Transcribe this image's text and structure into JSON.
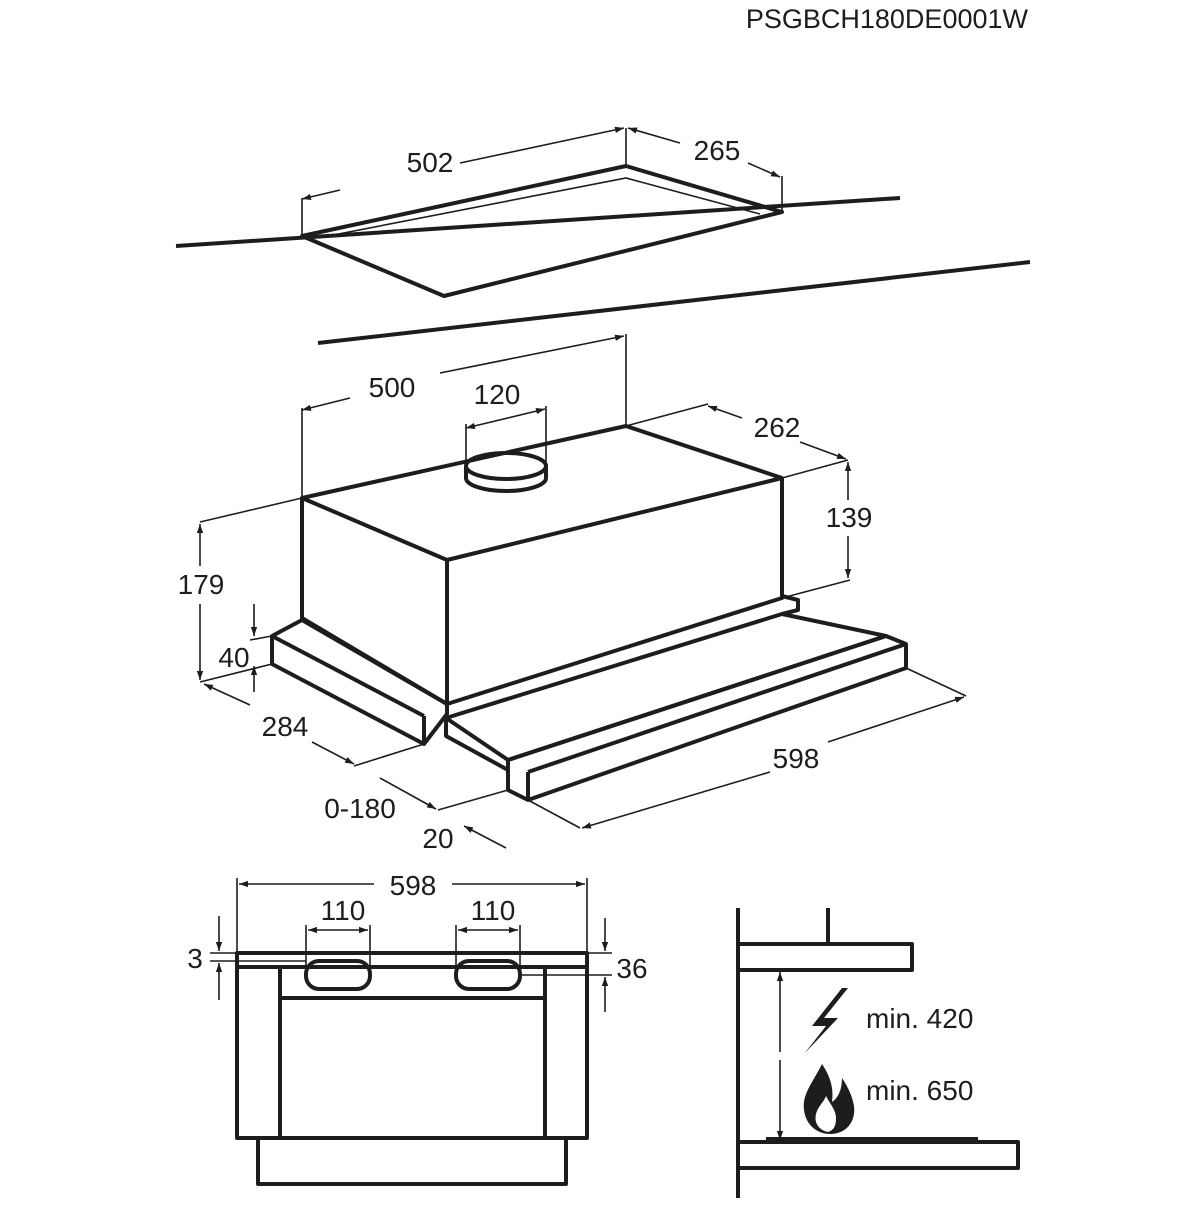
{
  "model_code": "PSGBCH180DE0001W",
  "cutout_view": {
    "width": "502",
    "depth": "265"
  },
  "hood_view": {
    "width": "500",
    "duct": "120",
    "depth": "262",
    "body_height": "139",
    "total_height": "179",
    "front_height": "40",
    "base_depth": "284",
    "extension": "0-180",
    "front_offset": "20",
    "total_width": "598"
  },
  "front_view": {
    "width": "598",
    "left_outlet": "110",
    "right_outlet": "110",
    "top_gap": "3",
    "side_offset": "36"
  },
  "clearance_view": {
    "electric": "min. 420",
    "gas": "min. 650",
    "icons": [
      "lightning-icon",
      "flame-icon"
    ]
  }
}
